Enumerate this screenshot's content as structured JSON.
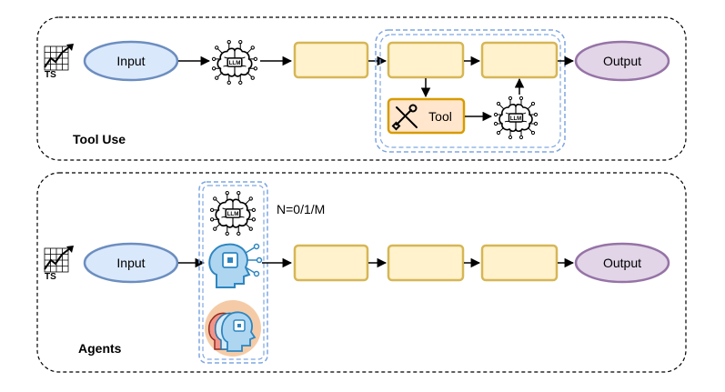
{
  "top_panel": {
    "title": "Tool Use",
    "ts_icon_label": "TS",
    "input_label": "Input",
    "output_label": "Output",
    "tool_label": "Tool",
    "llm_label": "LLM"
  },
  "bottom_panel": {
    "title": "Agents",
    "ts_icon_label": "TS",
    "input_label": "Input",
    "output_label": "Output",
    "repeat_label": "N=0/1/M",
    "llm_label": "LLM"
  },
  "colors": {
    "input_fill": "#dae8fc",
    "input_stroke": "#6c8ebf",
    "output_fill": "#e1d5e7",
    "output_stroke": "#9673a6",
    "step_fill": "#fff2cc",
    "step_stroke": "#d6b656",
    "tool_fill": "#ffe6cc",
    "tool_stroke": "#d79b00",
    "group_stroke": "#7ea6e0",
    "agent_blue": "#5dade2",
    "agent_bg": "#f5cba7"
  }
}
